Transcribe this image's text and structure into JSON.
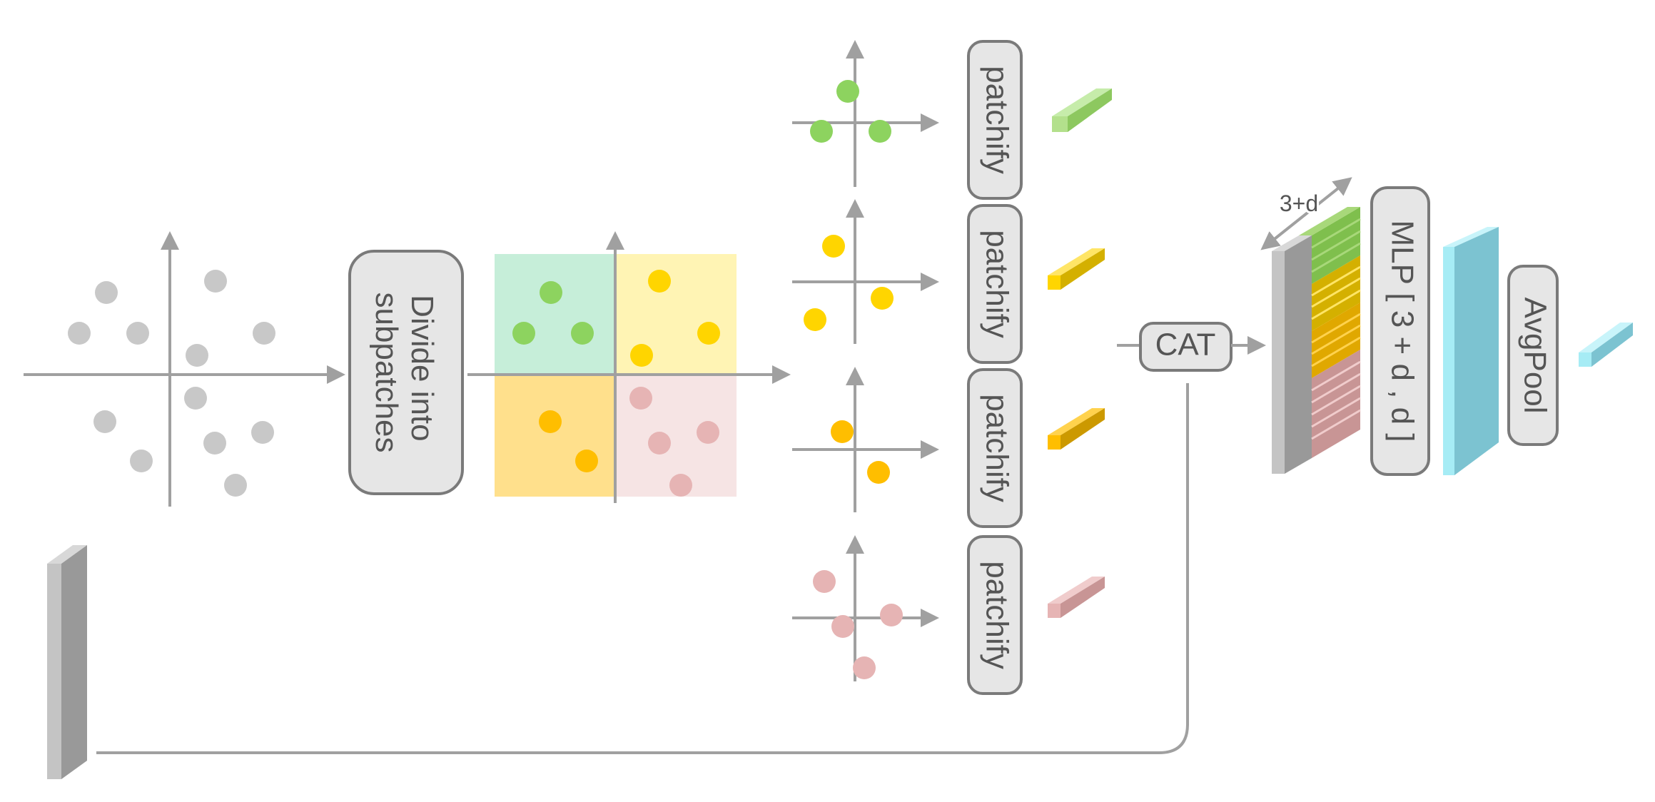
{
  "labels": {
    "divide_line1": "Divide into",
    "divide_line2": "subpatches",
    "patchify": "patchify",
    "cat": "CAT",
    "dim": "3+d",
    "mlp": "MLP [ 3 + d , d ]",
    "avgpool": "AvgPool"
  },
  "colors": {
    "gray_point": "#c8c8c8",
    "green": "#8dd35f",
    "yellow": "#ffd500",
    "orange": "#ffbe00",
    "pink": "#e6b4b4",
    "quad_green": "#c6eed9",
    "quad_yellow": "#fff4b4",
    "quad_orange": "#ffe08c",
    "quad_pink": "#f6e4e4",
    "axis": "#a0a0a0",
    "box_fill": "#e6e6e6",
    "box_stroke": "#7a7a7a",
    "text": "#555555",
    "cyan": "#a6ecf5"
  },
  "icons": {
    "axis_arrow": "arrow-head",
    "feature_bar": "3d-bar"
  }
}
